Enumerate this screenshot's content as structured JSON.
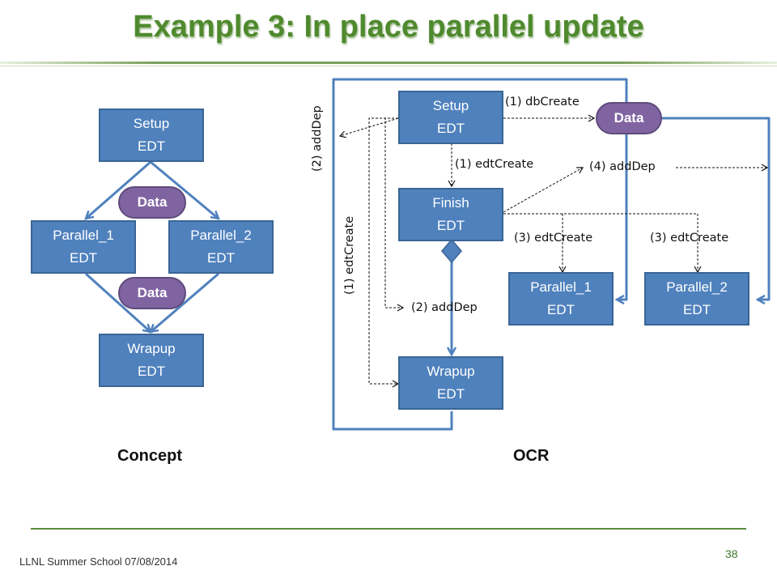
{
  "slide": {
    "title": "Example 3: In place parallel update",
    "footer": "LLNL Summer School 07/08/2014",
    "page_number": "38"
  },
  "concept": {
    "caption": "Concept",
    "setup": {
      "line1": "Setup",
      "line2": "EDT"
    },
    "data_top": "Data",
    "parallel1": {
      "line1": "Parallel_1",
      "line2": "EDT"
    },
    "parallel2": {
      "line1": "Parallel_2",
      "line2": "EDT"
    },
    "data_bottom": "Data",
    "wrapup": {
      "line1": "Wrapup",
      "line2": "EDT"
    }
  },
  "ocr": {
    "caption": "OCR",
    "setup": {
      "line1": "Setup",
      "line2": "EDT"
    },
    "data": "Data",
    "finish": {
      "line1": "Finish",
      "line2": "EDT"
    },
    "parallel1": {
      "line1": "Parallel_1",
      "line2": "EDT"
    },
    "parallel2": {
      "line1": "Parallel_2",
      "line2": "EDT"
    },
    "wrapup": {
      "line1": "Wrapup",
      "line2": "EDT"
    },
    "labels": {
      "db_create": "(1) dbCreate",
      "edt_create_finish": "(1) edtCreate",
      "add_dep_4": "(4) addDep",
      "edt_create_p1": "(3) edtCreate",
      "edt_create_p2": "(3) edtCreate",
      "add_dep_wrapup": "(2) addDep",
      "add_dep_vertical": "(2) addDep",
      "edt_create_vertical": "(1) edtCreate"
    }
  },
  "colors": {
    "title_green": "#4f8a2e",
    "edt_blue": "#4f81bd",
    "data_purple": "#8064a2",
    "arrow_blue": "#4f81bd"
  }
}
